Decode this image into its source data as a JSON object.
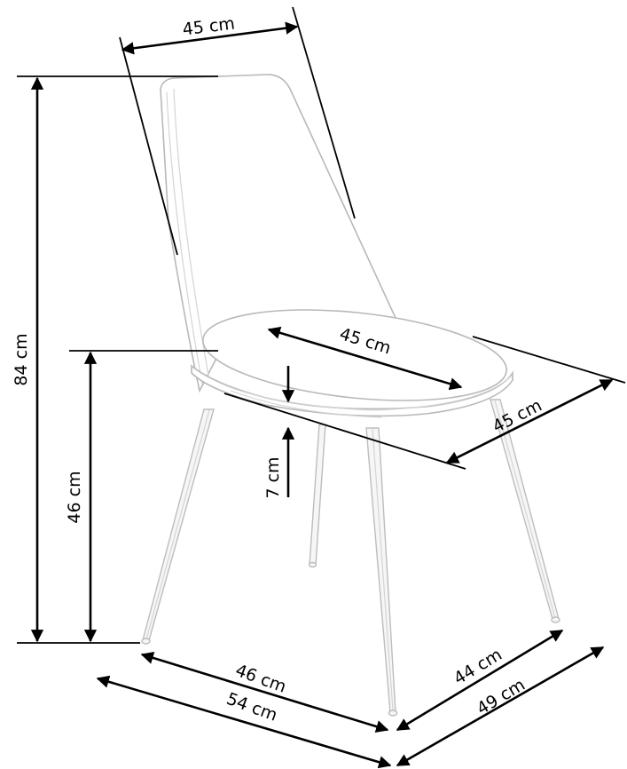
{
  "diagram": {
    "subject": "Dining chair dimension drawing",
    "unit": "cm",
    "colors": {
      "lines": "#000000",
      "chair_outline": "#b8b8b8",
      "background": "#ffffff"
    },
    "dimensions": {
      "backrest_width": {
        "label": "45 cm",
        "value": 45
      },
      "seat_depth": {
        "label": "45 cm",
        "value": 45
      },
      "seat_width": {
        "label": "45 cm",
        "value": 45
      },
      "seat_thickness": {
        "label": "7 cm",
        "value": 7
      },
      "total_height": {
        "label": "84 cm",
        "value": 84
      },
      "seat_height": {
        "label": "46 cm",
        "value": 46
      },
      "leg_span_front": {
        "label": "46 cm",
        "value": 46
      },
      "overall_width": {
        "label": "54 cm",
        "value": 54
      },
      "leg_span_side": {
        "label": "44 cm",
        "value": 44
      },
      "overall_depth": {
        "label": "49 cm",
        "value": 49
      }
    }
  }
}
